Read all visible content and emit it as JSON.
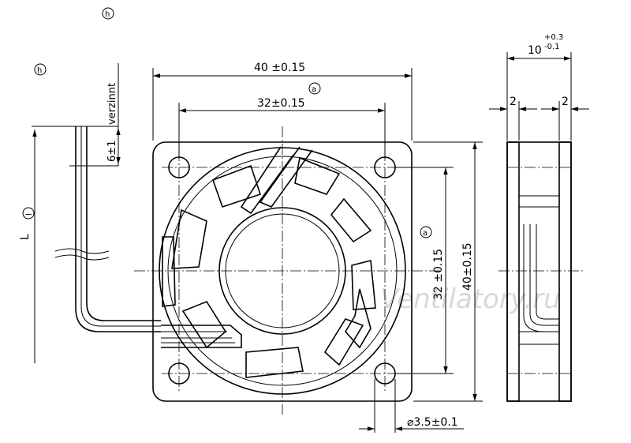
{
  "labels": {
    "h_top": "h",
    "h_left": "h",
    "l_circle": "l",
    "a_top": "a",
    "a_right": "a",
    "L": "L",
    "verzinnt": "verzinnt",
    "strip": "6±1",
    "width_outer": "40 ±0.15",
    "width_holes": "32±0.15",
    "height_holes": "32 ±0.15",
    "height_outer": "40±0.15",
    "hole_dia": "⌀3.5±0.1",
    "depth_base": "10",
    "depth_tol_plus": "+0.3",
    "depth_tol_minus": "-0.1",
    "rib_left": "2",
    "rib_right": "2"
  },
  "watermark": "Ventilatory.ru"
}
